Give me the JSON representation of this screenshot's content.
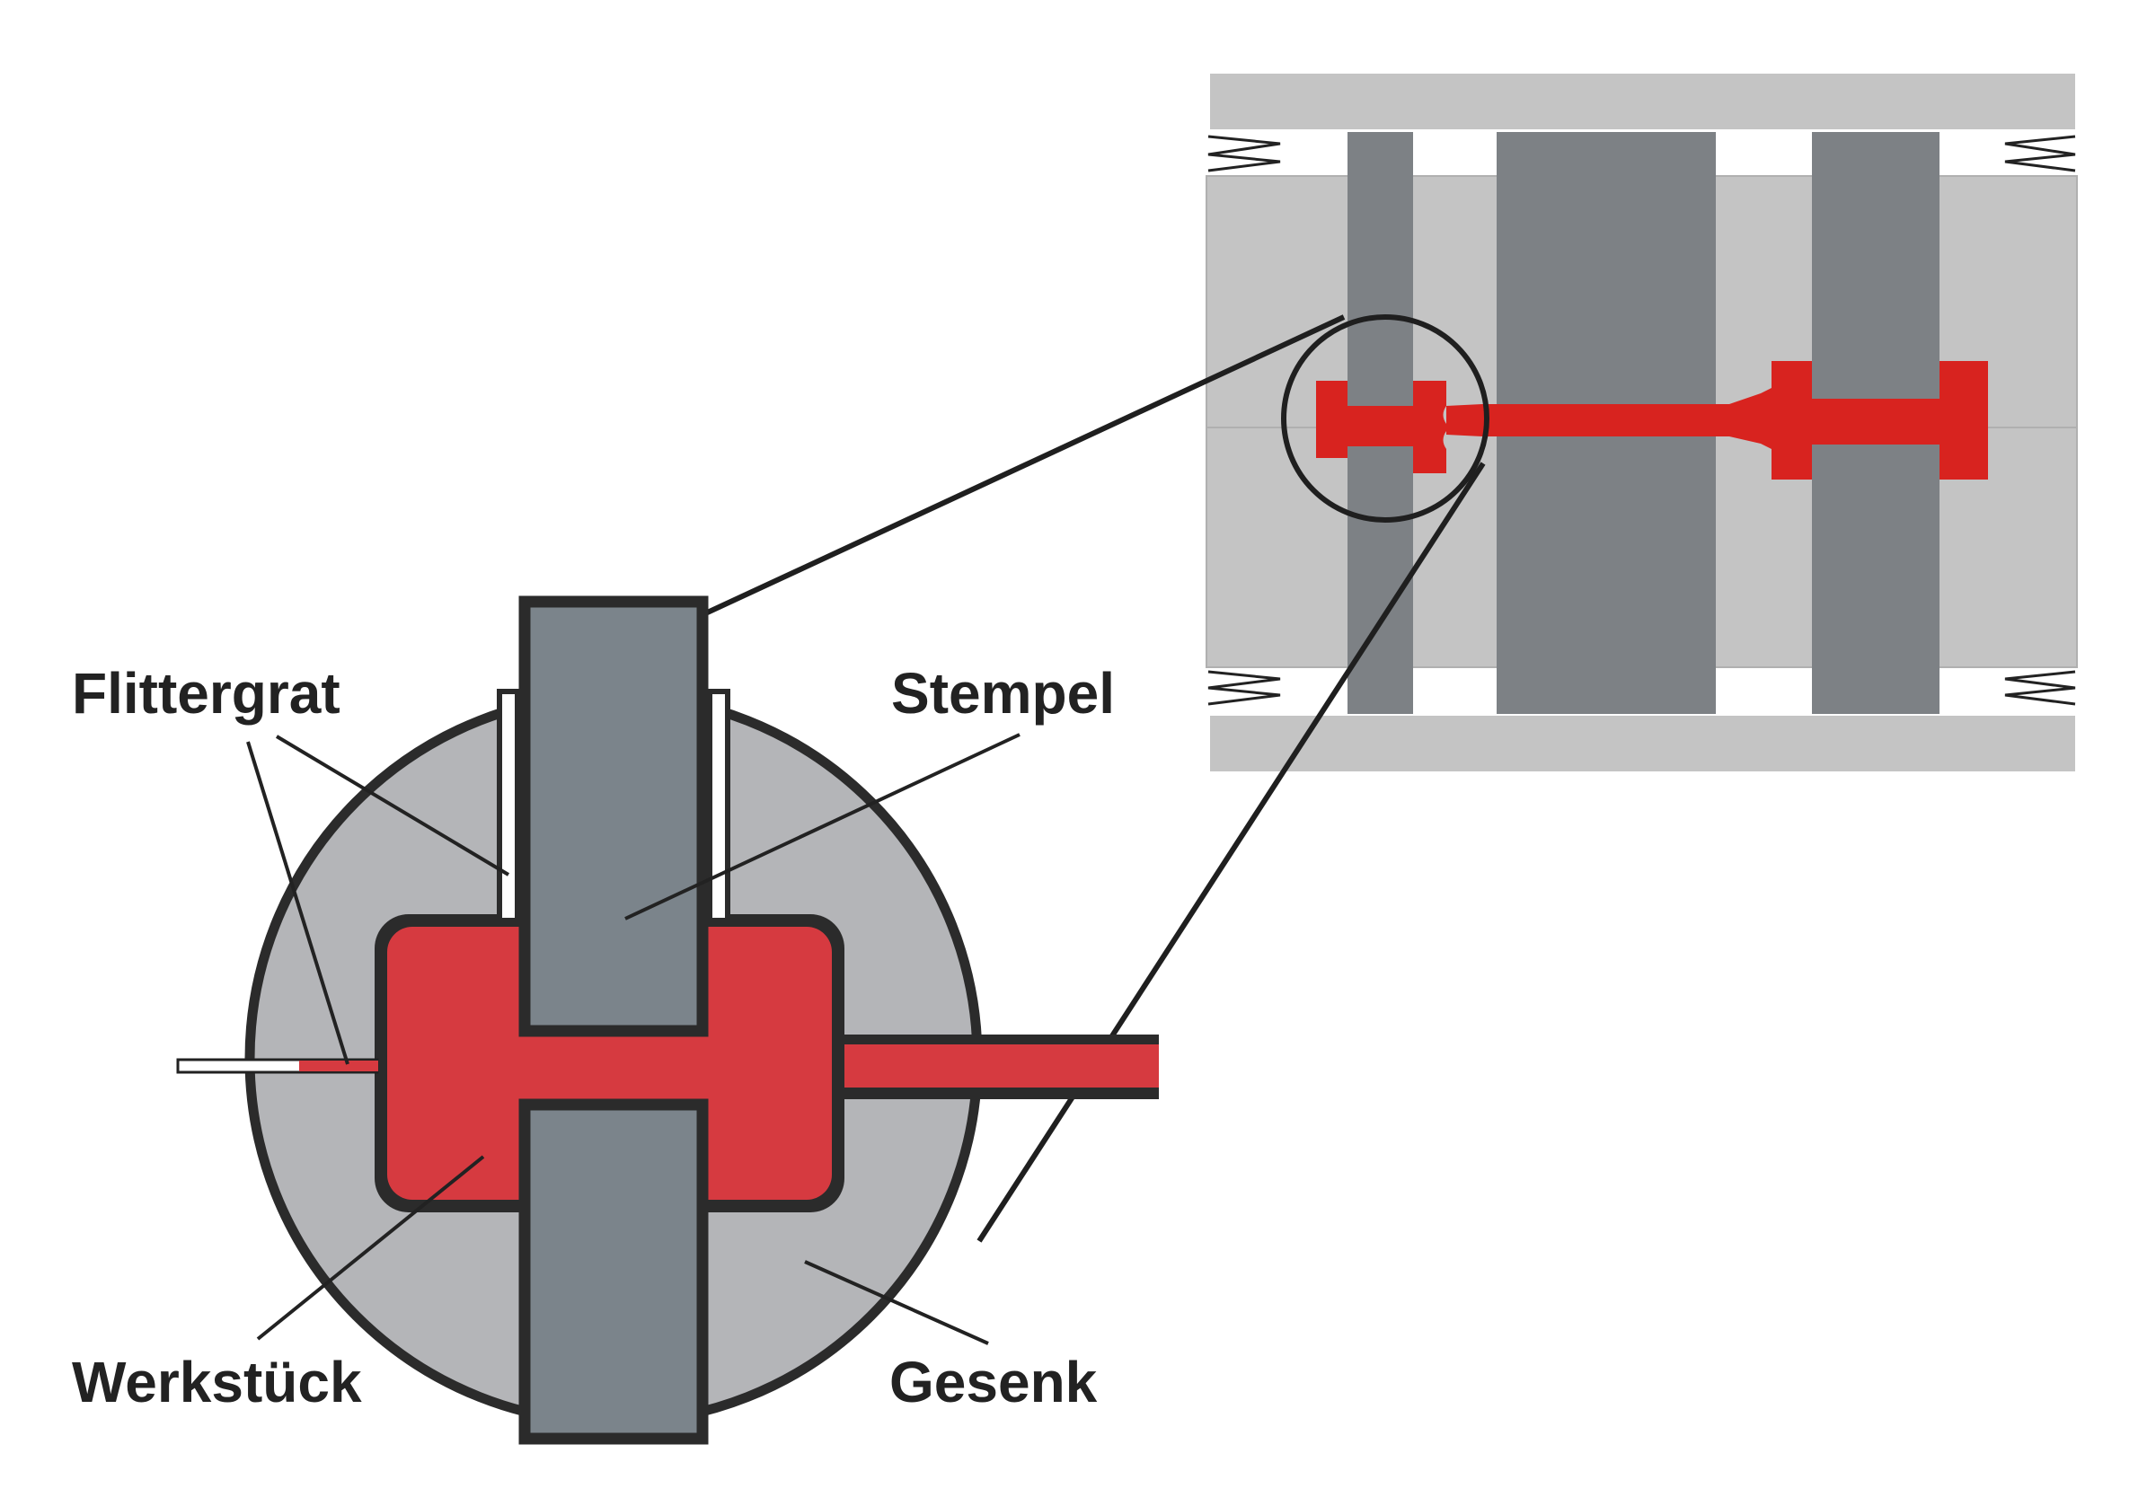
{
  "labels": {
    "flittergrat": "Flittergrat",
    "stempel": "Stempel",
    "werkstueck": "Werkstück",
    "gesenk": "Gesenk"
  },
  "colors": {
    "workpiece_red": "#d63a40",
    "workpiece_bright_red": "#d8231f",
    "punch_gray": "#7b848b",
    "punch_dark_gray": "#7d8185",
    "die_gray": "#b4b5b8",
    "plate_gray": "#c4c4c4",
    "outline": "#2b2b2b"
  }
}
